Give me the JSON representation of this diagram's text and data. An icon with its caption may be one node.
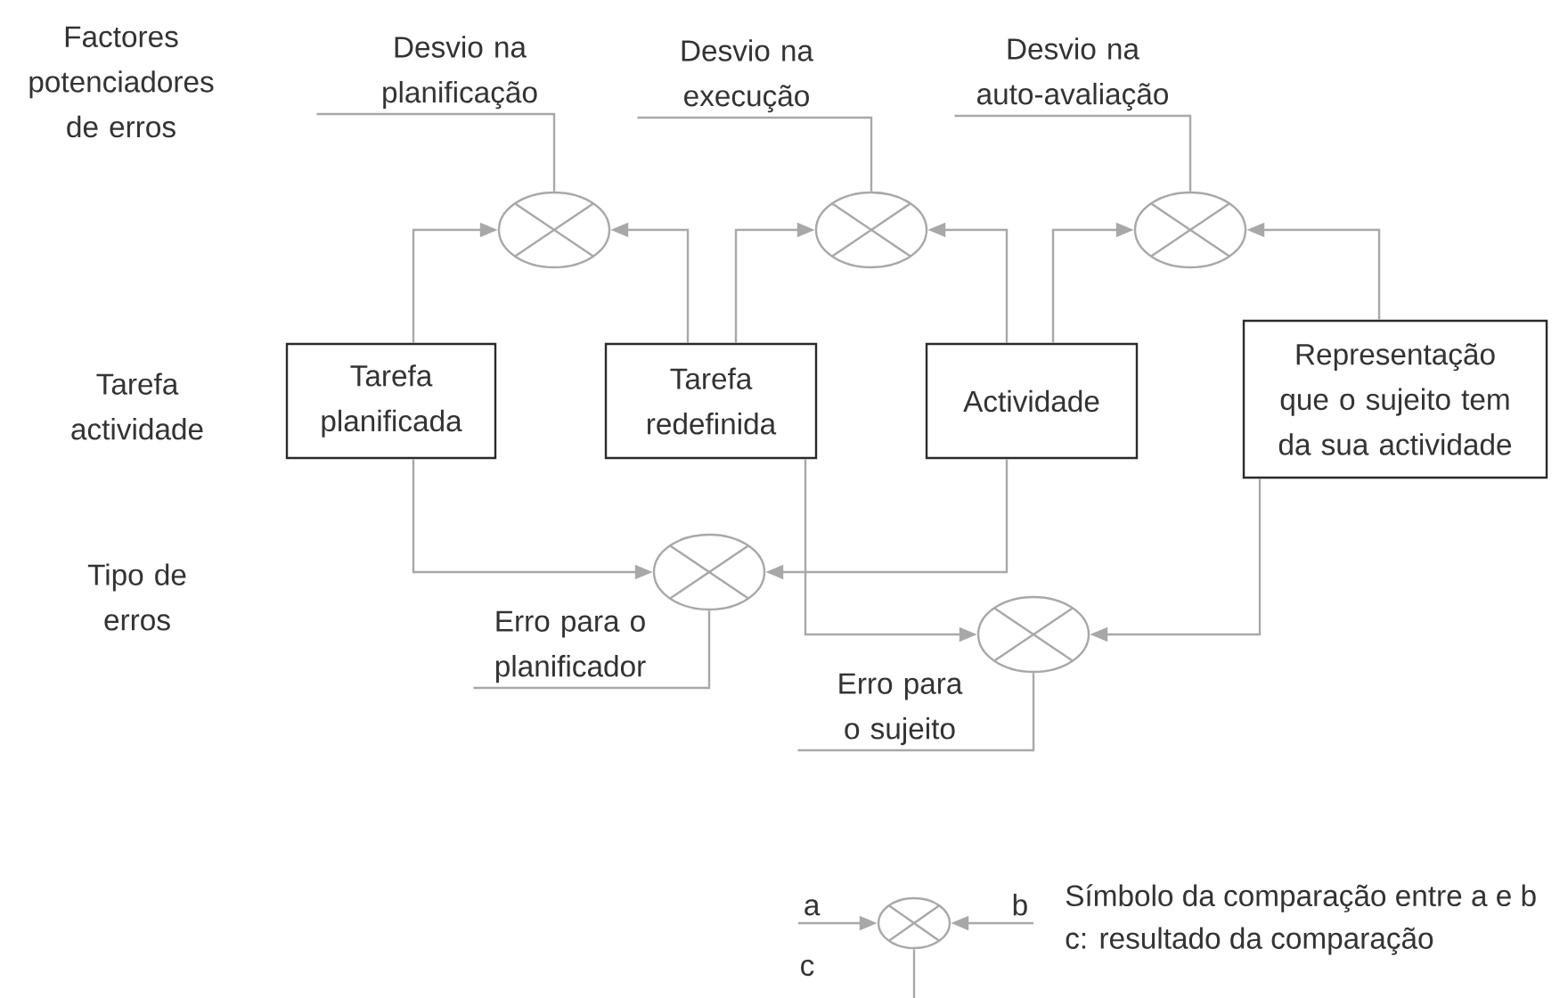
{
  "diagram": {
    "nodes": [
      {
        "text": [
          "Desvio na planificação"
        ]
      },
      {
        "text": [
          "Desvio na execução"
        ]
      },
      {
        "text": [
          "Desvio na auto-avaliação"
        ]
      },
      {
        "text": [],
        "shape": "circle"
      },
      {
        "text": [],
        "shape": "circle"
      },
      {
        "text": [],
        "shape": "circle"
      },
      {
        "text": [
          "Tarefa planificada"
        ]
      },
      {
        "text": [
          "Tarefa redefinida"
        ]
      },
      {
        "text": [
          "Actividade"
        ]
      },
      {
        "text": [
          "Representação que o sujeito tem da sua actividade"
        ]
      },
      {
        "text": [],
        "shape": "circle"
      },
      {
        "text": [
          "Erro para o planificador"
        ]
      },
      {
        "text": [],
        "shape": "circle"
      },
      {
        "text": [
          "Erro para o sujeito"
        ]
      },
      {
        "text": [
          "a"
        ]
      },
      {
        "text": [],
        "shape": "circle"
      },
      {
        "text": [
          "b"
        ]
      }
    ],
    "edges": [
      {
        "from": 6,
        "to": 3,
        "arrow": "to"
      },
      {
        "from": 7,
        "to": 3,
        "arrow": "to"
      },
      {
        "from": 7,
        "to": 4,
        "arrow": "to"
      },
      {
        "from": 8,
        "to": 4,
        "arrow": "to"
      },
      {
        "from": 8,
        "to": 5,
        "arrow": "to"
      },
      {
        "from": 9,
        "to": 5,
        "arrow": "to"
      },
      {
        "from": 3,
        "to": 0,
        "arrow": "none"
      },
      {
        "from": 4,
        "to": 1,
        "arrow": "none"
      },
      {
        "from": 5,
        "to": 2,
        "arrow": "none"
      },
      {
        "from": 6,
        "to": 10,
        "arrow": "to"
      },
      {
        "from": 8,
        "to": 10,
        "arrow": "to"
      },
      {
        "from": 7,
        "to": 12,
        "arrow": "to"
      },
      {
        "from": 9,
        "to": 12,
        "arrow": "to"
      },
      {
        "from": 10,
        "to": 11,
        "arrow": "none"
      },
      {
        "from": 12,
        "to": 13,
        "arrow": "none"
      },
      {
        "from": 14,
        "to": 15,
        "arrow": "to"
      },
      {
        "from": 16,
        "to": 15,
        "arrow": "to"
      },
      {
        "from": 15,
        "to": null,
        "arrow": "none"
      }
    ],
    "labels": [
      "Factores potenciadores de erros",
      "Tarefa actividade",
      "Tipo de erros",
      "Símbolo da comparação entre a e b",
      "c",
      "c: resultado da comparação"
    ]
  }
}
